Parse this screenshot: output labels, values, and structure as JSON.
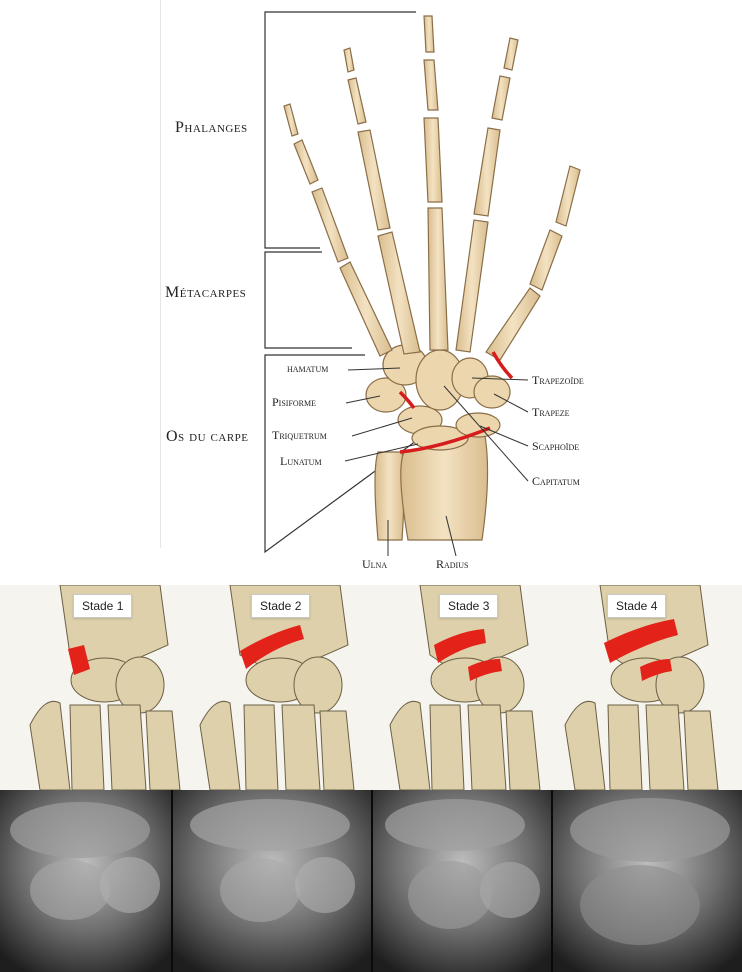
{
  "regions": {
    "phalanges": "Phalanges",
    "metacarpes": "Métacarpes",
    "carpe": "Os du carpe"
  },
  "labels": {
    "hamatum": "hamatum",
    "pisiforme": "Pisiforme",
    "triquetrum": "Triquetrum",
    "lunatum": "Lunatum",
    "trapezoide": "Trapezoïde",
    "trapeze": "Trapeze",
    "scaphoide": "Scaphoïde",
    "capitatum": "Capitatum",
    "ulna": "Ulna",
    "radius": "Radius"
  },
  "stages": [
    "Stade 1",
    "Stade 2",
    "Stade 3",
    "Stade 4"
  ],
  "colors": {
    "bone": "#ecd6ad",
    "bone_outline": "#8a6e48",
    "fracture": "#d61c1c",
    "xray_dark": "#1c1c1c",
    "xray_light": "#b9b9b9"
  }
}
